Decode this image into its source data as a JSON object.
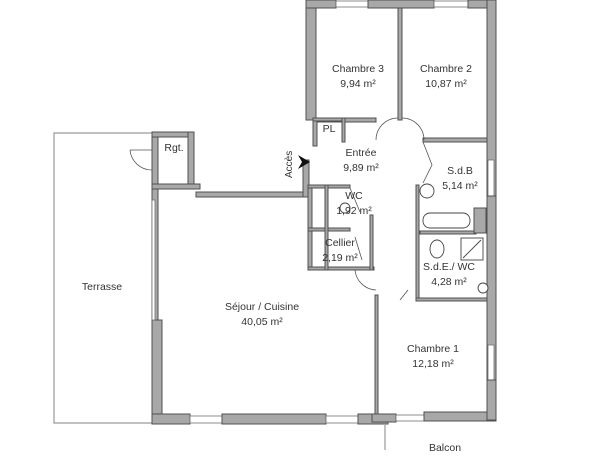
{
  "plan": {
    "rooms": [
      {
        "id": "chambre3",
        "name": "Chambre 3",
        "area": "9,94 m²"
      },
      {
        "id": "chambre2",
        "name": "Chambre 2",
        "area": "10,87 m²"
      },
      {
        "id": "pl",
        "name": "PL",
        "area": ""
      },
      {
        "id": "entree",
        "name": "Entrée",
        "area": "9,89 m²"
      },
      {
        "id": "sdb",
        "name": "S.d.B",
        "area": "5,14 m²"
      },
      {
        "id": "rgt",
        "name": "Rgt.",
        "area": ""
      },
      {
        "id": "wc",
        "name": "WC",
        "area": "1,92 m²"
      },
      {
        "id": "cellier",
        "name": "Cellier",
        "area": "2,19 m²"
      },
      {
        "id": "sde",
        "name": "S.d.E./ WC",
        "area": "4,28 m²"
      },
      {
        "id": "terrasse",
        "name": "Terrasse",
        "area": ""
      },
      {
        "id": "sejour",
        "name": "Séjour / Cuisine",
        "area": "40,05 m²"
      },
      {
        "id": "chambre1",
        "name": "Chambre 1",
        "area": "12,18 m²"
      },
      {
        "id": "balcon",
        "name": "Balcon",
        "area": ""
      }
    ],
    "access_label": "Accès",
    "colors": {
      "wall": "#a8a8a8",
      "outline": "#505050",
      "background": "#ffffff",
      "text": "#333333"
    }
  }
}
